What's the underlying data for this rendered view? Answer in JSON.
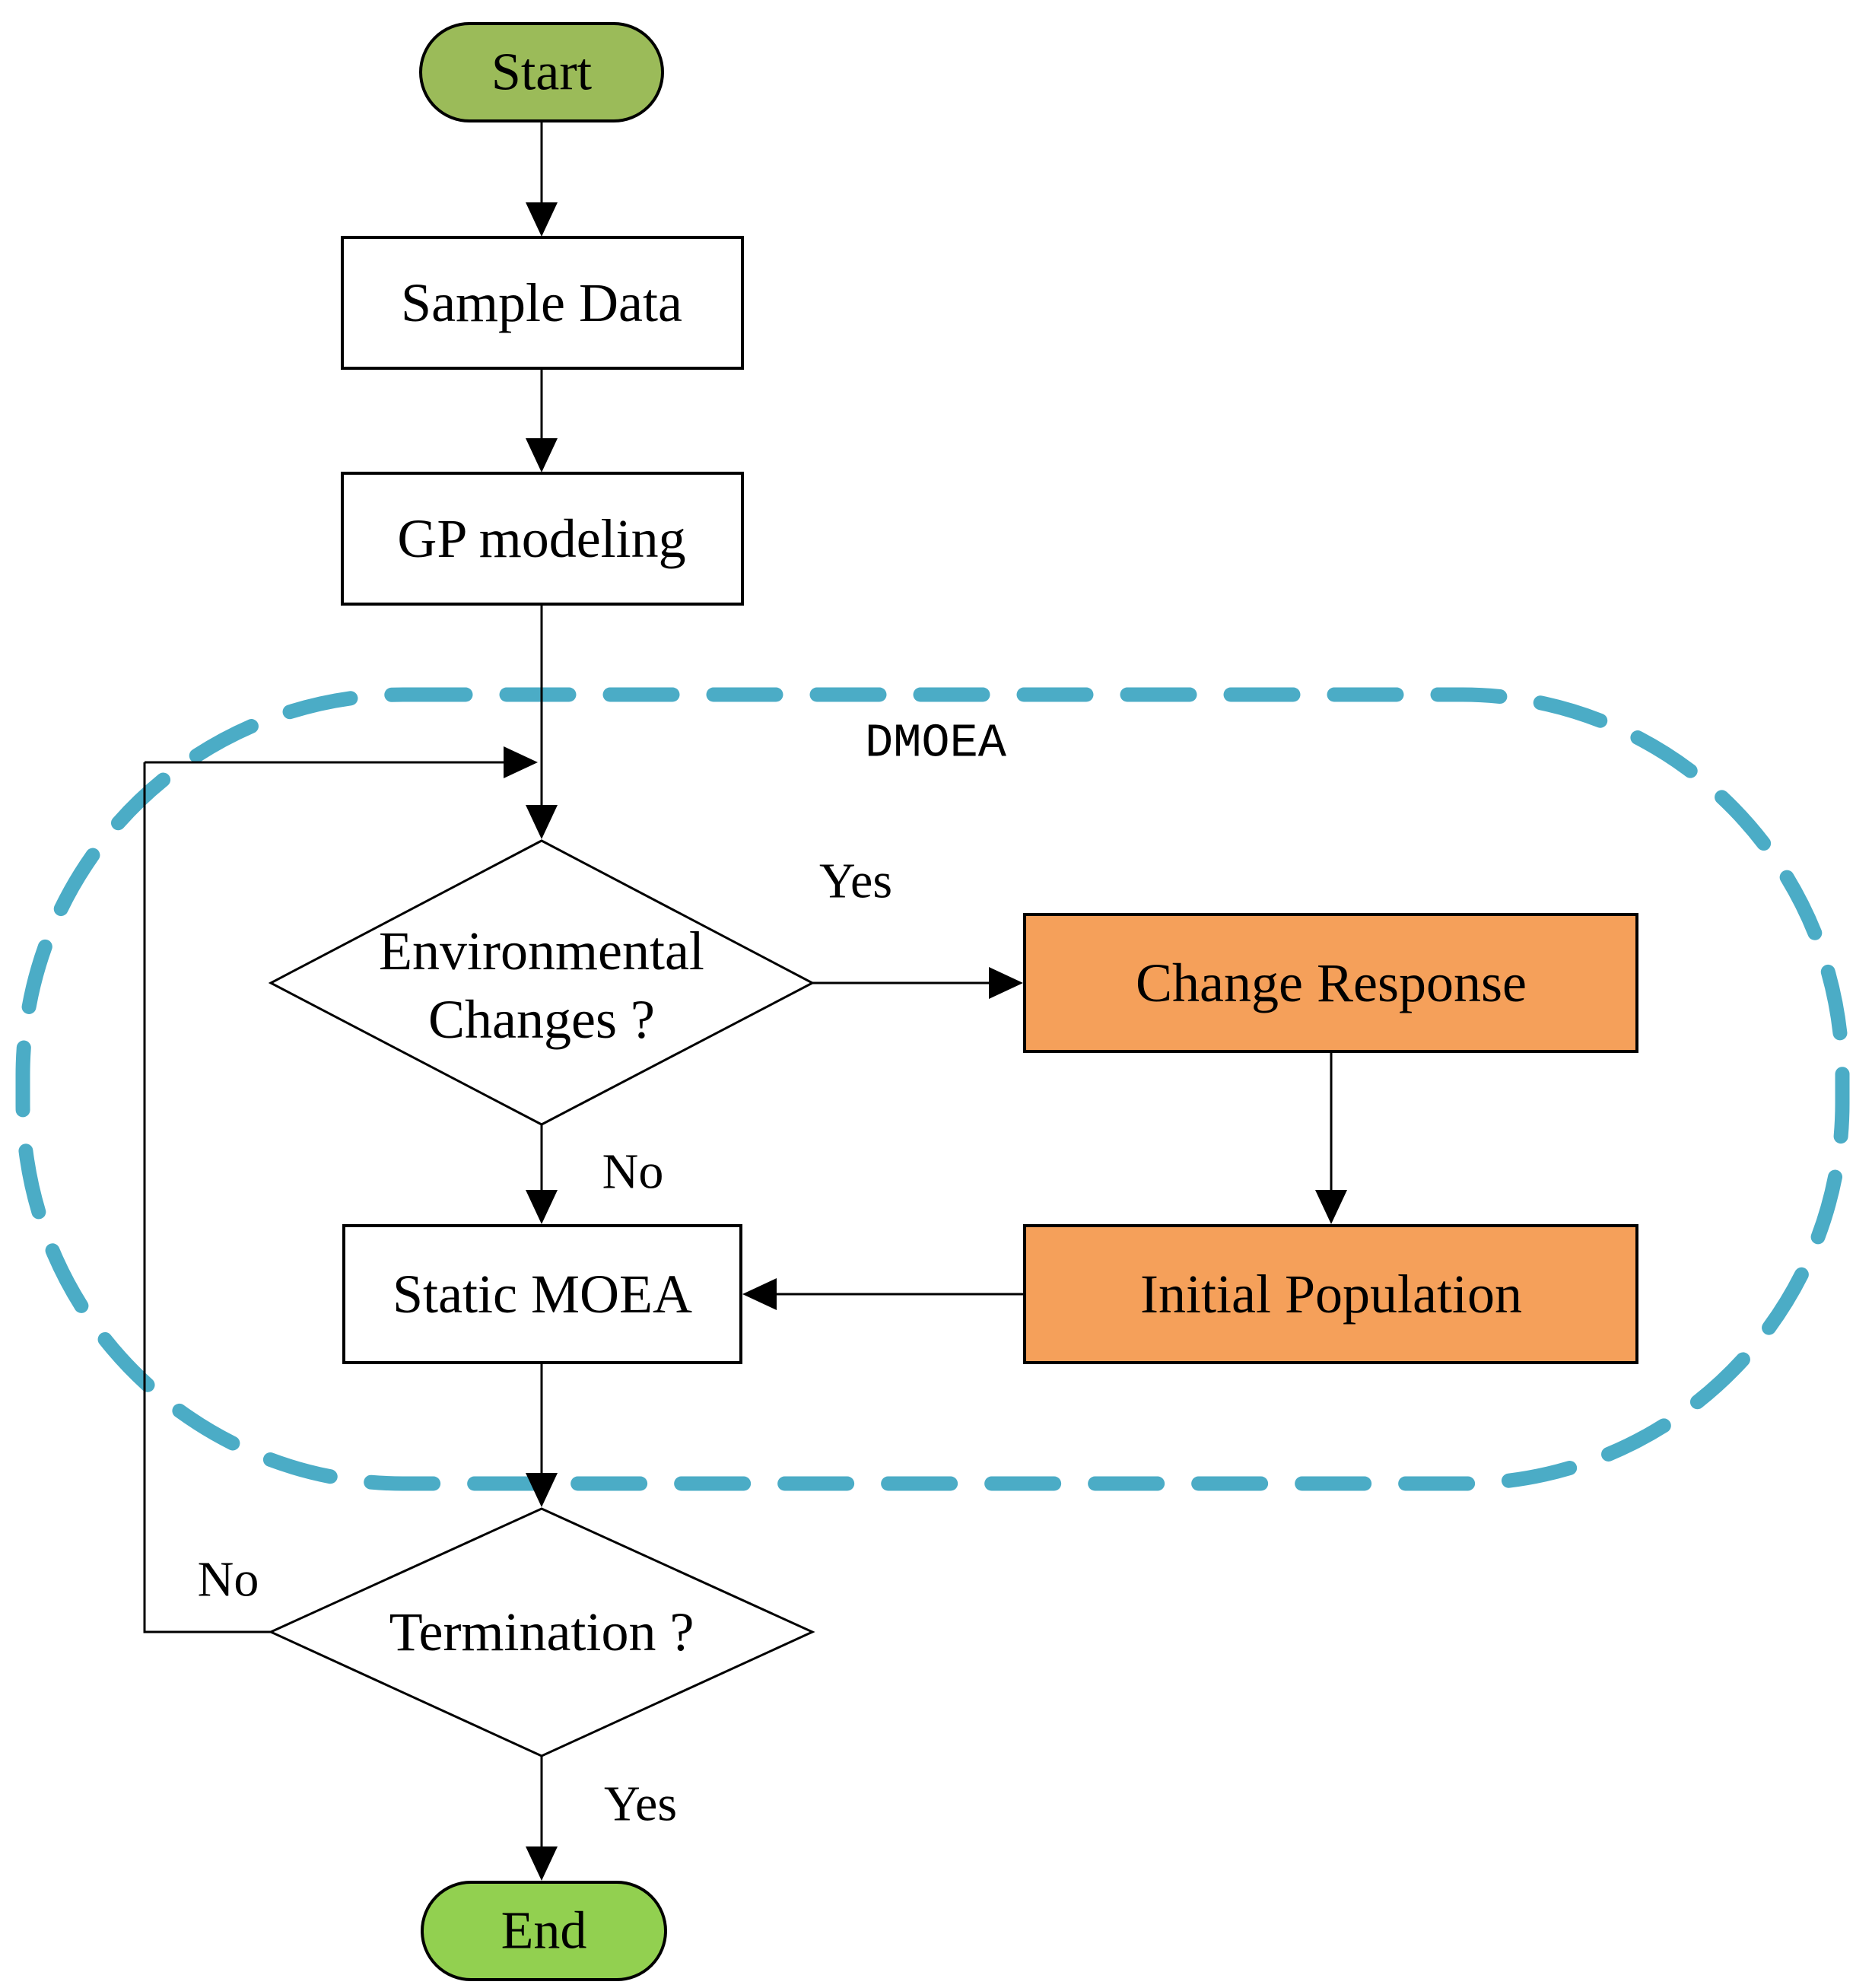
{
  "diagram": {
    "boundary_label": "DMOEA",
    "nodes": {
      "start": {
        "label": "Start",
        "fill": "#9BBB59"
      },
      "sample_data": {
        "label": "Sample Data",
        "fill": "#ffffff"
      },
      "gp_modeling": {
        "label": "GP modeling",
        "fill": "#ffffff"
      },
      "env_changes": {
        "label_line1": "Environmental",
        "label_line2": "Changes ?",
        "fill": "#ffffff"
      },
      "change_response": {
        "label": "Change Response",
        "fill": "#F5A05A"
      },
      "initial_population": {
        "label": "Initial Population",
        "fill": "#F5A05A"
      },
      "static_moea": {
        "label": "Static MOEA",
        "fill": "#ffffff"
      },
      "termination": {
        "label": "Termination ?",
        "fill": "#ffffff"
      },
      "end": {
        "label": "End",
        "fill": "#92D050"
      }
    },
    "edge_labels": {
      "env_yes": "Yes",
      "env_no": "No",
      "term_no": "No",
      "term_yes": "Yes"
    },
    "colors": {
      "boundary_dash": "#4BACC6",
      "start_fill": "#9BBB59",
      "end_fill": "#92D050",
      "process_fill": "#F5A05A",
      "line": "#000000"
    }
  }
}
